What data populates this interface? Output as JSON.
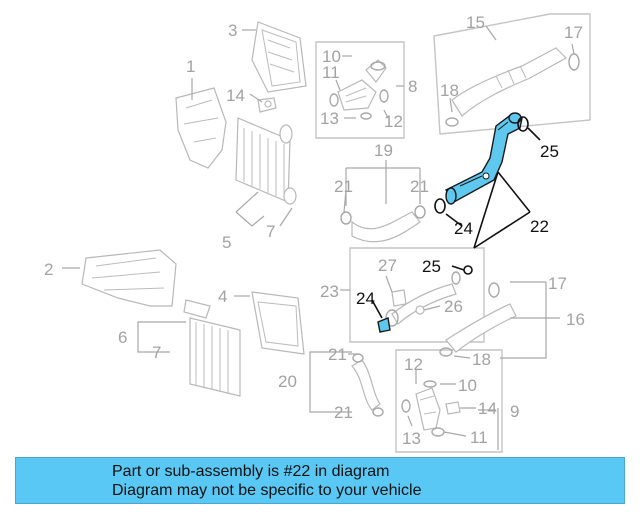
{
  "diagram": {
    "highlighted_part": "22",
    "highlight_color": "#5ac8f5",
    "callouts": {
      "c1": "1",
      "c2": "2",
      "c3": "3",
      "c4": "4",
      "c5": "5",
      "c6": "6",
      "c7a": "7",
      "c7b": "7",
      "c8": "8",
      "c9": "9",
      "c10a": "10",
      "c10b": "10",
      "c11a": "11",
      "c11b": "11",
      "c12a": "12",
      "c12b": "12",
      "c13a": "13",
      "c13b": "13",
      "c14a": "14",
      "c14b": "14",
      "c15": "15",
      "c16": "16",
      "c17a": "17",
      "c17b": "17",
      "c18a": "18",
      "c18b": "18",
      "c19": "19",
      "c20": "20",
      "c21a": "21",
      "c21b": "21",
      "c21c": "21",
      "c21d": "21",
      "c22": "22",
      "c23": "23",
      "c24a": "24",
      "c24b": "24",
      "c25a": "25",
      "c25b": "25",
      "c26": "26",
      "c27": "27"
    }
  },
  "caption": {
    "line1": "Part or sub-assembly is #22 in diagram",
    "line2": "Diagram may not be specific to your vehicle",
    "background_color": "#5ac8f5"
  }
}
